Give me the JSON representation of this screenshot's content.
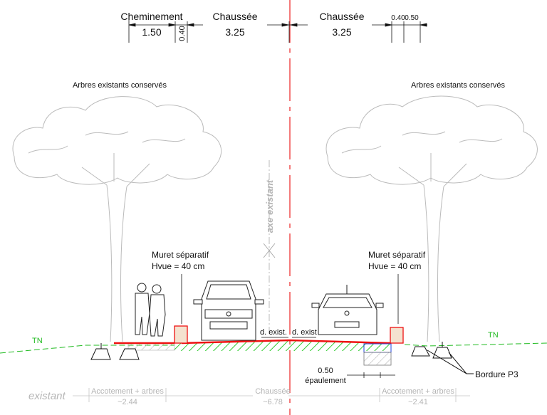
{
  "dimensions": {
    "left_path_label": "Cheminement",
    "left_path_value": "1.50",
    "left_wall_value": "0.40",
    "left_road_label": "Chaussée",
    "left_road_value": "3.25",
    "right_road_label": "Chaussée",
    "right_road_value": "3.25",
    "right_wall_value": "0.40",
    "right_shoulder_value": "0.50"
  },
  "annotations": {
    "trees_left": "Arbres existants conservés",
    "trees_right": "Arbres existants conservés",
    "axis_label": "axe existant",
    "wall_left_line1": "Muret séparatif",
    "wall_left_line2": "Hvue = 40 cm",
    "wall_right_line1": "Muret séparatif",
    "wall_right_line2": "Hvue = 40 cm",
    "d_exist_left": "d. exist.",
    "d_exist_right": "d. exist",
    "tn_left": "TN",
    "tn_right": "TN",
    "shoulder_value": "0.50",
    "shoulder_label": "épaulement",
    "curb_label": "Bordure P3"
  },
  "existing": {
    "label": "existant",
    "left_label": "Accotement + arbres",
    "left_value": "~2.44",
    "center_label": "Chaussée",
    "center_value": "~6.78",
    "right_label": "Accotement + arbres",
    "right_value": "~2.41"
  },
  "colors": {
    "axis": "#ee3333",
    "road": "#ee1111",
    "ground": "#33cc33",
    "tn": "#22bb22",
    "grey": "#b5b5b5"
  }
}
